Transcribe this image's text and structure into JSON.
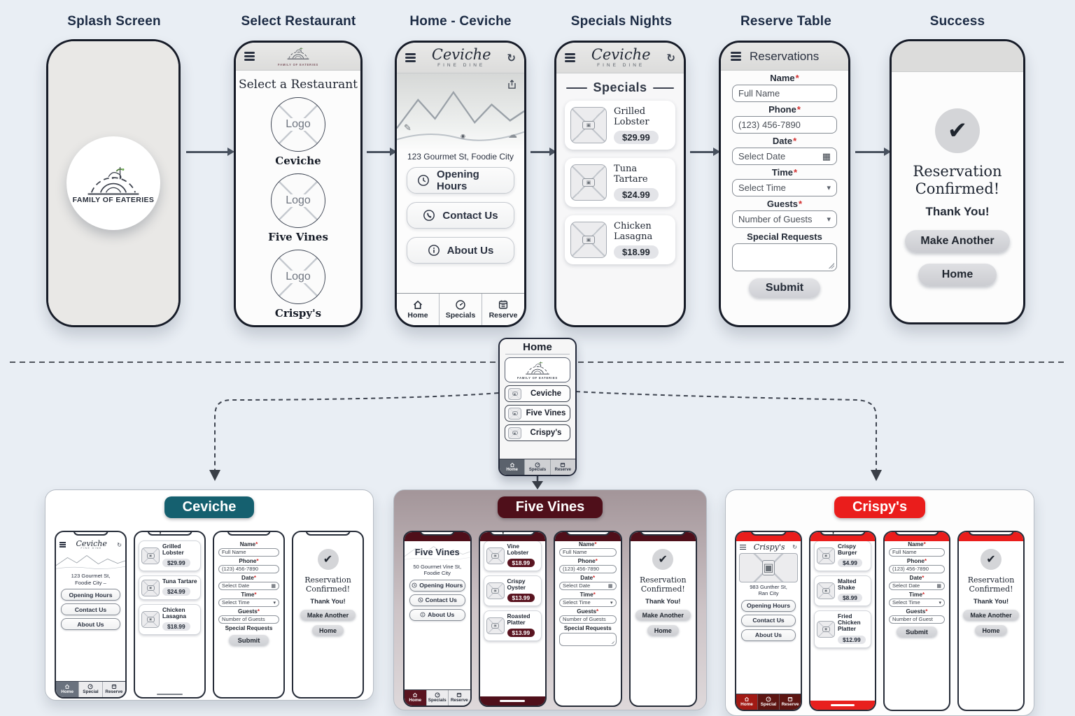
{
  "flow": {
    "titles": [
      "Splash Screen",
      "Select Restaurant",
      "Home - Ceviche",
      "Specials Nights",
      "Reserve Table",
      "Success"
    ]
  },
  "brand": {
    "name": "Ceviche",
    "subtitle": "FINE DINE",
    "family_logo": "FAMILY OF EATERIES"
  },
  "splash": {
    "logo_text": "FAMILY OF EATERIES"
  },
  "select_restaurant": {
    "title": "Select a Restaurant",
    "logo_placeholder": "Logo",
    "options": [
      {
        "name": "Ceviche"
      },
      {
        "name": "Five Vines"
      },
      {
        "name": "Crispy's"
      }
    ]
  },
  "home_ceviche": {
    "address": "123 Gourmet St, Foodie City",
    "buttons": [
      {
        "label": "Opening Hours"
      },
      {
        "label": "Contact Us"
      },
      {
        "label": "About Us"
      }
    ],
    "nav": [
      {
        "label": "Home"
      },
      {
        "label": "Specials"
      },
      {
        "label": "Reserve"
      }
    ]
  },
  "specials_nights": {
    "heading": "Specials",
    "items": [
      {
        "name": "Grilled Lobster",
        "price": "$29.99"
      },
      {
        "name": "Tuna Tartare",
        "price": "$24.99"
      },
      {
        "name": "Chicken Lasagna",
        "price": "$18.99"
      }
    ]
  },
  "reserve_table": {
    "header": "Reservations",
    "required_mark": "*",
    "submit": "Submit",
    "fields": [
      {
        "label": "Name",
        "placeholder": "Full Name",
        "required": true,
        "type": "text"
      },
      {
        "label": "Phone",
        "placeholder": "(123) 456-7890",
        "required": true,
        "type": "text"
      },
      {
        "label": "Date",
        "placeholder": "Select Date",
        "required": true,
        "type": "date"
      },
      {
        "label": "Time",
        "placeholder": "Select Time",
        "required": true,
        "type": "select"
      },
      {
        "label": "Guests",
        "placeholder": "Number of Guests",
        "required": true,
        "type": "select"
      },
      {
        "label": "Special Requests",
        "placeholder": "",
        "required": false,
        "type": "textarea"
      }
    ]
  },
  "success_screen": {
    "line1": "Reservation",
    "line2": "Confirmed!",
    "thanks": "Thank You!",
    "primary": "Make Another",
    "secondary": "Home"
  },
  "home_hub": {
    "title": "Home",
    "logo_text": "FAMILY OF EATERIES",
    "items": [
      "Ceviche",
      "Five Vines",
      "Crispy's"
    ],
    "nav": [
      "Home",
      "Specials",
      "Reserve"
    ]
  },
  "sections": [
    {
      "key": "ceviche",
      "banner": "Ceviche",
      "theme": {
        "banner_bg": "#15606f",
        "strip": "",
        "nav_bg": "#ececee",
        "nav_fg": "#232a36",
        "nav_active_bg": "#6a727e",
        "nav_active_fg": "#ffffff",
        "pill_bg": "#e3e4e8",
        "pill_fg": "#232a36",
        "footer": ""
      },
      "home": {
        "tab": "Home",
        "brand": "Ceviche",
        "brand_sub": "FINE DINE",
        "title": "",
        "address": "123 Gourmet St,\nFoodie City –",
        "buttons": [
          "Opening Hours",
          "Contact Us",
          "About Us"
        ],
        "button_icons": false,
        "nav": [
          "Home",
          "Special",
          "Reserve"
        ],
        "hero": "mountains"
      },
      "specials": {
        "tab": "Specials",
        "items": [
          {
            "name": "Grilled Lobster",
            "price": "$29.99"
          },
          {
            "name": "Tuna Tartare",
            "price": "$24.99"
          },
          {
            "name": "Chicken Lasagna",
            "price": "$18.99"
          }
        ],
        "homeline": true
      },
      "reserve": {
        "tab": "Reserve",
        "requests_label": true,
        "requests_box": false,
        "submit": true,
        "guests_placeholder": "Number of Guests"
      },
      "success": {
        "tab": "Success"
      }
    },
    {
      "key": "five-vines",
      "banner": "Five Vines",
      "theme": {
        "banner_bg": "#4f0f1a",
        "strip": "#4f0f1a",
        "nav_bg": "#ececee",
        "nav_fg": "#232a36",
        "nav_active_bg": "#5a1420",
        "nav_active_fg": "#ffffff",
        "pill_bg": "#5a1420",
        "pill_fg": "#ffffff",
        "footer": "#4f0f1a"
      },
      "home": {
        "tab": "Home",
        "brand": "",
        "brand_sub": "",
        "title": "Five Vines",
        "address": "50 Gourmet Vine St, Foodie City",
        "buttons": [
          "Opening Hours",
          "Contact Us",
          "About Us"
        ],
        "button_icons": true,
        "nav": [
          "Home",
          "Specials",
          "Reserve"
        ],
        "hero": "mountains-faint"
      },
      "specials": {
        "tab": "Specials",
        "items": [
          {
            "name": "Vine Lobster",
            "price": "$18.99"
          },
          {
            "name": "Crispy Oyster",
            "price": "$13.99"
          },
          {
            "name": "Roasted Platter",
            "price": "$13.99"
          }
        ],
        "homeline": false
      },
      "reserve": {
        "tab": "Reserve",
        "requests_label": true,
        "requests_box": true,
        "submit": false,
        "guests_placeholder": "Number of Guests"
      },
      "success": {
        "tab": "Success"
      }
    },
    {
      "key": "crispys",
      "banner": "Crispy's",
      "theme": {
        "banner_bg": "#ea1d1c",
        "strip": "#ea1d1c",
        "nav_bg": "#5d1512",
        "nav_fg": "#ffffff",
        "nav_active_bg": "#a21a14",
        "nav_active_fg": "#ffffff",
        "pill_bg": "#e3e4e8",
        "pill_fg": "#232a36",
        "footer": "#e8201e"
      },
      "home": {
        "tab": "Home",
        "brand": "Crispy's",
        "brand_sub": "",
        "title": "",
        "address": "983 Gunther St,\nRan City",
        "buttons": [
          "Opening Hours",
          "Contact Us",
          "About Us"
        ],
        "button_icons": false,
        "nav": [
          "Home",
          "Special",
          "Reserve"
        ],
        "hero": "placeholder"
      },
      "specials": {
        "tab": "Specials",
        "items": [
          {
            "name": "Crispy Burger",
            "price": "$4.99"
          },
          {
            "name": "Malted Shake",
            "price": "$8.99"
          },
          {
            "name": "Fried Chicken Platter",
            "price": "$12.99"
          }
        ],
        "homeline": false
      },
      "reserve": {
        "tab": "Reserve",
        "requests_label": false,
        "requests_box": false,
        "submit": true,
        "guests_placeholder": "Number of Guest"
      },
      "success": {
        "tab": "Success"
      }
    }
  ]
}
